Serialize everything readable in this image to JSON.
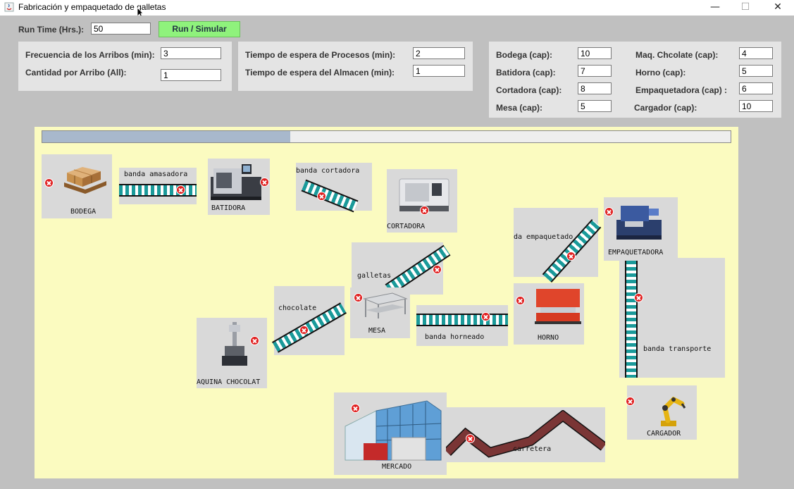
{
  "window": {
    "title": "Fabricación y empaquetado de galletas",
    "minimize_glyph": "—",
    "maximize_glyph": "☐",
    "close_glyph": "✕"
  },
  "toolbar": {
    "run_time_label": "Run Time (Hrs.):",
    "run_time_value": "50",
    "run_button_label": "Run / Simular"
  },
  "arrivals": {
    "frequency_label": "Frecuencia de los Arribos (min):",
    "frequency_value": "3",
    "quantity_label": "Cantidad por Arribo (All):",
    "quantity_value": "1"
  },
  "waits": {
    "process_label": "Tiempo de espera de Procesos (min):",
    "process_value": "2",
    "warehouse_label": "Tiempo de espera del Almacen (min):",
    "warehouse_value": "1"
  },
  "capacities": [
    {
      "label": "Bodega (cap):",
      "value": "10"
    },
    {
      "label": "Maq. Chcolate (cap):",
      "value": "4"
    },
    {
      "label": "Batidora (cap):",
      "value": "7"
    },
    {
      "label": "Horno (cap):",
      "value": "5"
    },
    {
      "label": "Cortadora (cap):",
      "value": "8"
    },
    {
      "label": "Empaquetadora (cap) :",
      "value": "6"
    },
    {
      "label": "Mesa (cap):",
      "value": "5"
    },
    {
      "label": "Cargador (cap):",
      "value": "10"
    }
  ],
  "simulation": {
    "progress_fraction": 0.36,
    "accent_color": "#8ff27c",
    "canvas_color": "#fbfbc0",
    "belt_color": "#1a9a9a",
    "status_icon": "red-x-icon",
    "labels": {
      "bodega": "BODEGA",
      "banda_amasadora": "banda amasadora",
      "batidora": "BATIDORA",
      "banda_cortadora": "banda cortadora",
      "cortadora": "CORTADORA",
      "banda_empaquetado": "da empaquetado",
      "empaquetadora": "EMPAQUETADORA",
      "galletas": "galletas",
      "chocolate": "chocolate",
      "mesa": "MESA",
      "banda_horneado": "banda horneado",
      "horno": "HORNO",
      "banda_transporte": "banda transporte",
      "maquina_chocolate": "AQUINA CHOCOLAT",
      "mercado": "MERCADO",
      "carretera": "carretera",
      "cargador": "CARGADOR"
    }
  }
}
